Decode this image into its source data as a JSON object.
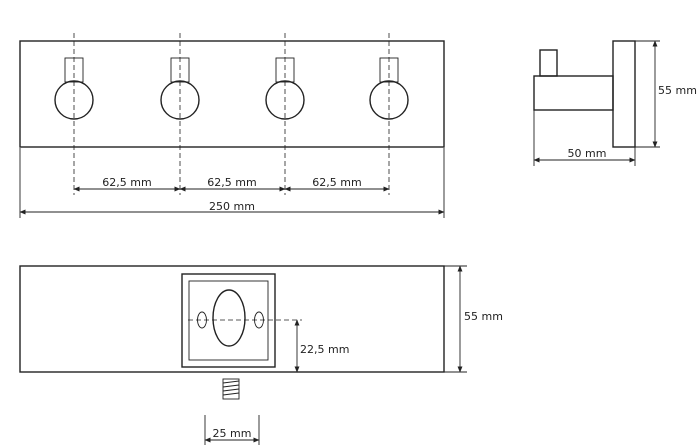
{
  "dimensions": {
    "front_spacing_1": "62,5 mm",
    "front_spacing_2": "62,5 mm",
    "front_spacing_3": "62,5 mm",
    "front_total_width": "250 mm",
    "side_height": "55 mm",
    "side_depth": "50 mm",
    "rear_height": "55 mm",
    "rear_mount_offset": "22,5 mm",
    "screw_width": "25 mm"
  }
}
